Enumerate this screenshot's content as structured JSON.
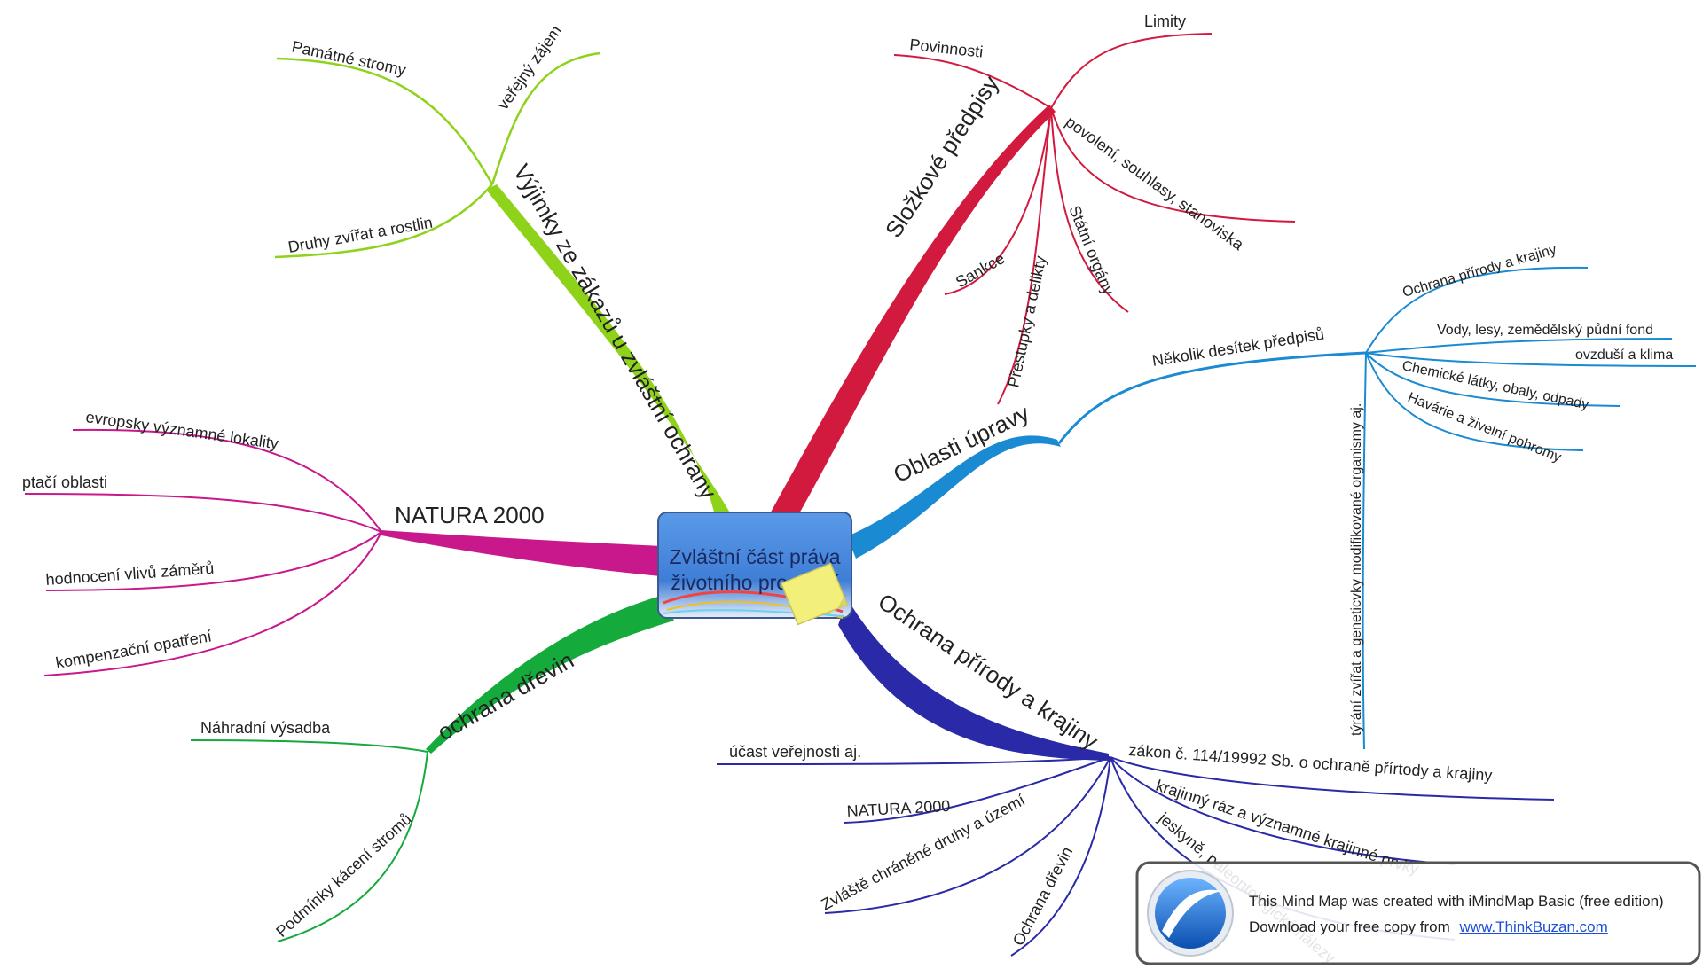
{
  "center": {
    "line1": "Zvláštní část práva",
    "line2": "životního prostředí"
  },
  "branches": {
    "vyjimky": {
      "label": "Výjimky ze zákazů u zvláštní ochrany",
      "color": "#8fd21a",
      "children": [
        "Památné stromy",
        "veřejný zájem",
        "Druhy zvířat a rostlin"
      ]
    },
    "slozkove": {
      "label": "Složkové předpisy",
      "color": "#d21a3e",
      "children": [
        "Povinnosti",
        "Limity",
        "povolení, souhlasy, stanoviska",
        "Státní orgány",
        "Přestupky a delikty",
        "Sankce"
      ]
    },
    "oblasti": {
      "label": "Oblasti úpravy",
      "color": "#1a8ad2",
      "sub_label": "Několik desítek předpisů",
      "children": [
        "Ochrana přírody a krajiny",
        "Vody, lesy, zemědělský půdní fond",
        "ovzduší a klima",
        "Chemické látky, obaly, odpady",
        "Havárie a živelní pohromy",
        "týrání zvířat a geneticvky modifikované organismy aj."
      ]
    },
    "natura": {
      "label": "NATURA 2000",
      "color": "#c8188c",
      "children": [
        "evropsky významné lokality",
        "ptačí oblasti",
        "hodnocení vlivů záměrů",
        "kompenzační opatření"
      ]
    },
    "drevin": {
      "label": "ochrana dřevin",
      "color": "#14aa3c",
      "children": [
        "Náhradní výsadba",
        "Podmínky kácení stromů"
      ]
    },
    "ochrana": {
      "label": "Ochrana přírody a krajiny",
      "color": "#2a2aa8",
      "children": [
        "účast veřejnosti aj.",
        "NATURA 2000",
        "Zvláště chráněné druhy a území",
        "Ochrana dřevin",
        "zákon č. 114/19992 Sb. o ochraně přírtody a krajiny",
        "krajinný ráz a významné krajinné prvky",
        "jeskyně, paleontologické nálezy"
      ]
    }
  },
  "watermark": {
    "line1": "This Mind Map was created with iMindMap Basic (free edition)",
    "line2_prefix": "Download your free copy from",
    "link": "www.ThinkBuzan.com"
  }
}
